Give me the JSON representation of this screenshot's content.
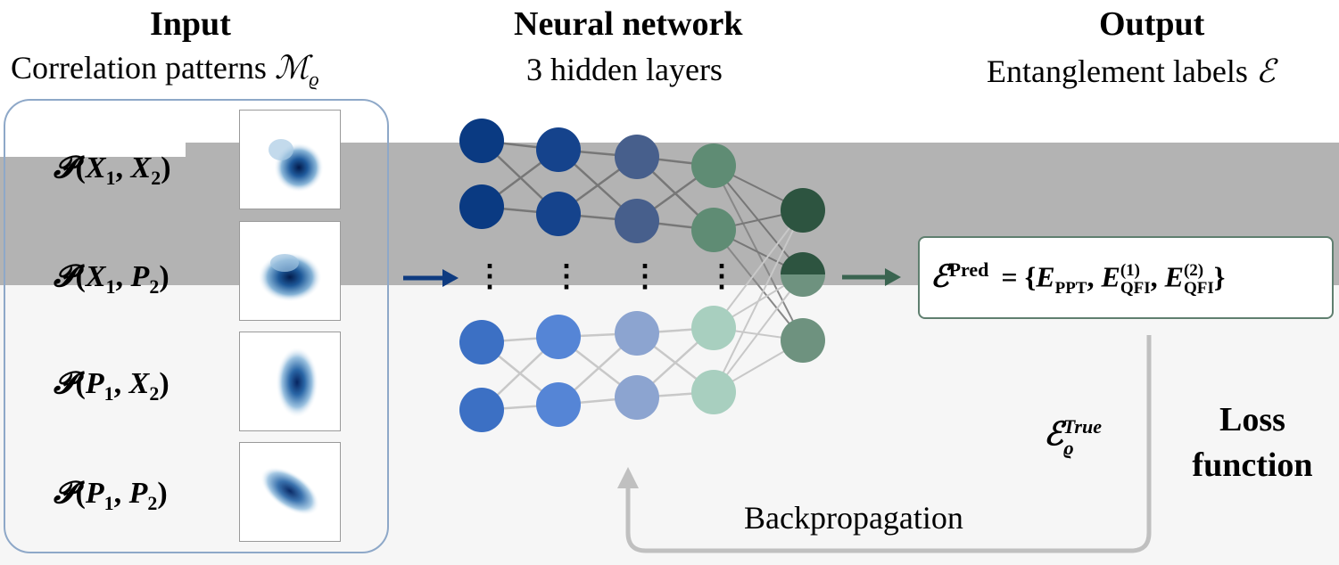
{
  "input": {
    "heading": "Input",
    "subtitle": "Correlation patterns",
    "subtitle_symbol": "ℳ",
    "subtitle_symbol_sub": "ϱ",
    "patterns": [
      {
        "func": "𝓟",
        "a": "X",
        "a_sub": "1",
        "b": "X",
        "b_sub": "2"
      },
      {
        "func": "𝓟",
        "a": "X",
        "a_sub": "1",
        "b": "P",
        "b_sub": "2"
      },
      {
        "func": "𝓟",
        "a": "P",
        "a_sub": "1",
        "b": "X",
        "b_sub": "2"
      },
      {
        "func": "𝓟",
        "a": "P",
        "a_sub": "1",
        "b": "P",
        "b_sub": "2"
      }
    ]
  },
  "network": {
    "heading": "Neural network",
    "subtitle": "3 hidden layers",
    "ellipsis": "⋮",
    "colors": {
      "input": "#3c70c4",
      "input_dark": "#0a3a82",
      "h1": "#5585d6",
      "h1_dark": "#15438c",
      "h2": "#8ca4d0",
      "h2_dark": "#475f8c",
      "h3": "#a8cfbf",
      "h3_dark": "#5f8c74",
      "out": "#6e927f",
      "out_dark": "#2d5440",
      "arrow_in": "#0e3b80",
      "arrow_out": "#3a6450"
    }
  },
  "output": {
    "heading": "Output",
    "subtitle": "Entanglement labels",
    "subtitle_symbol": "ℰ",
    "pred_symbol": "ℰ",
    "pred_sup": "Pred",
    "equals": "=",
    "open_brace": "{",
    "e1": "E",
    "e1_sub": "PPT",
    "e2": "E",
    "e2_sup": "(1)",
    "e2_sub": "QFI",
    "e3": "E",
    "e3_sup": "(2)",
    "e3_sub": "QFI",
    "close_brace": "}",
    "comma": ","
  },
  "loss": {
    "true_symbol": "ℰ",
    "true_sup": "True",
    "true_sub": "ϱ",
    "label_line1": "Loss",
    "label_line2": "function",
    "backprop": "Backpropagation"
  }
}
